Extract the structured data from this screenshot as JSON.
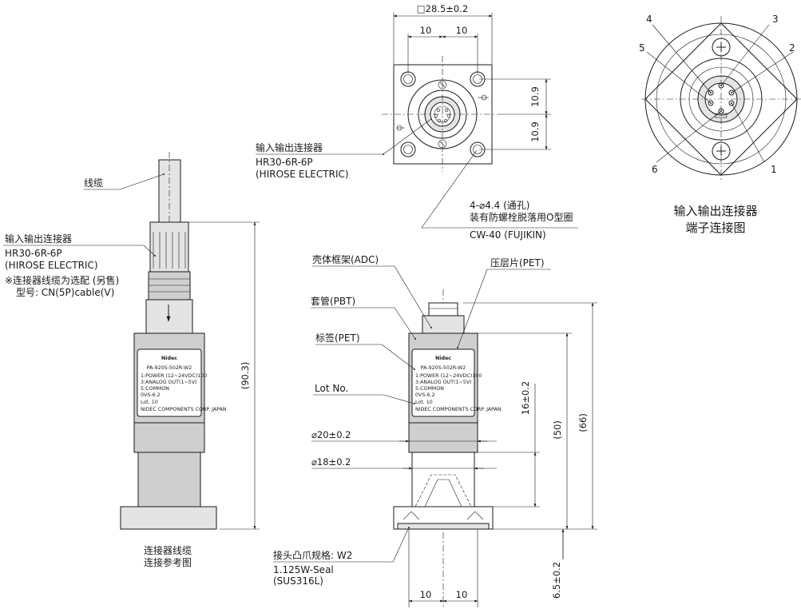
{
  "top_view": {
    "square_dim": "□28.5±0.2",
    "dim_top_left": "10",
    "dim_top_right": "10",
    "dim_right_upper": "10.9",
    "dim_right_lower": "10.9",
    "connector_label_cn": "输入输出连接器",
    "connector_model": "HR30-6R-6P",
    "connector_maker": "(HIROSE ELECTRIC)",
    "hole_note_line1": "4-⌀4.4 (通孔)",
    "hole_note_line2": "装有防螺栓脱落用O型圈",
    "hole_note_line3": "CW-40 (FUJIKIN)"
  },
  "pin_view": {
    "pins": [
      "1",
      "2",
      "3",
      "4",
      "5",
      "6"
    ],
    "caption_line1": "输入输出连接器",
    "caption_line2": "端子连接图"
  },
  "left_view": {
    "cable_label": "线缆",
    "connector_label_cn": "输入输出连接器",
    "connector_model": "HR30-6R-6P",
    "connector_maker": "(HIROSE ELECTRIC)",
    "option_note_line1": "※连接器线缆为选配 (另售)",
    "option_note_line2": "型号: CN(5P)cable(V)",
    "height_dim": "(90.3)",
    "caption_line1": "连接器线缆",
    "caption_line2": "连接参考图"
  },
  "front_view": {
    "housing_label": "壳体框架(ADC)",
    "sleeve_label": "套管(PBT)",
    "tag_label": "标签(PET)",
    "press_label": "压层片(PET)",
    "lot_label": "Lot No.",
    "dia20_label": "⌀20±0.2",
    "dia18_label": "⌀18±0.2",
    "dim_16": "16±0.2",
    "dim_50": "(50)",
    "dim_66": "(66)",
    "dim_6_5": "6.5±0.2",
    "dim_bottom_left": "10",
    "dim_bottom_right": "10",
    "fitting_label": "接头凸爪规格: W2",
    "fitting_seal": "1.125W-Seal",
    "fitting_material": "(SUS316L)"
  },
  "product_label": {
    "brand": "Nidec",
    "model": "PA-920S-502R-W2",
    "line1": "1:POWER   (12~24VDC)100",
    "line2": "3:ANALOG  OUT(1~5V)",
    "line3": "5:COMMON",
    "line4": "0VS-6.2",
    "lot": "Lot. 10",
    "maker": "NIDEC COMPONENTS CORP. JAPAN"
  }
}
